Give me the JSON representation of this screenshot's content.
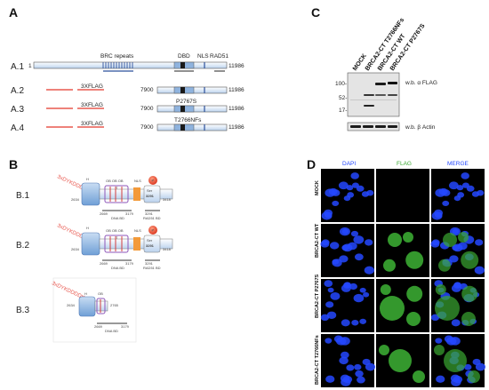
{
  "panels": {
    "A": {
      "label": "A",
      "rows": [
        {
          "label": "A.1",
          "start": "1",
          "end": "11986",
          "annotations": {
            "brc": "BRC repeats",
            "dbd": "DBD",
            "nls": "NLS",
            "rad51": "RAD51"
          }
        },
        {
          "label": "A.2",
          "tag": "3XFLAG",
          "start": "7900",
          "end": "11986"
        },
        {
          "label": "A.3",
          "tag": "3XFLAG",
          "start": "7900",
          "end": "11986",
          "mutation": "P2767S"
        },
        {
          "label": "A.4",
          "tag": "3XFLAG",
          "start": "7900",
          "end": "11986",
          "mutation": "T2766NFs"
        }
      ]
    },
    "B": {
      "label": "B",
      "tag": "3xDYKDDDDK",
      "rows": [
        {
          "label": "B.1",
          "start": "2634",
          "end": "3418",
          "h": "H",
          "ob": "OB OB OB",
          "t": "T",
          "nls": "NLS",
          "ser_a": "Ser",
          "ser_b": "3291",
          "p": "P",
          "pos1": "2669",
          "pos2": "3179",
          "pos3": "3291",
          "dna_bd": "DNA BD",
          "rad51_bd": "RAD51  BD"
        },
        {
          "label": "B.2",
          "start": "2634",
          "end": "3418",
          "h": "H",
          "ob": "OB OB OB",
          "t": "T",
          "nls": "NLS",
          "ser_a": "Ser",
          "ser_b": "3291",
          "p": "P",
          "pos1": "2669",
          "pos2": "3179",
          "pos3": "3291",
          "dna_bd": "DNA BD",
          "rad51_bd": "RAD51  BD"
        },
        {
          "label": "B.3",
          "start": "2634",
          "end": "2765",
          "h": "H",
          "ob": "OB",
          "pos1": "2669",
          "pos2": "3179",
          "dna_bd": "DNA BD"
        }
      ]
    },
    "C": {
      "label": "C",
      "lanes": [
        "MOCK",
        "BRCA2-CT T2766NFs",
        "BRCA2-CT WT",
        "BRCA2-CT P2767S"
      ],
      "markers": [
        "100-",
        "52-",
        "17-"
      ],
      "blots": [
        "w.b. α FLAG",
        "w.b. β Actin"
      ]
    },
    "D": {
      "label": "D",
      "columns": [
        "DAPI",
        "FLAG",
        "MERGE"
      ],
      "rows": [
        "MOCK",
        "BRCA2-CT WT",
        "BRCA2-CT P2767S",
        "BRCA2-CT T2766NFs"
      ],
      "colors": {
        "dapi": "#2448ff",
        "flag": "#3aa832",
        "background": "#000000"
      }
    }
  },
  "colors": {
    "domain_blue": "#a9c6e8",
    "flag_red": "#e8584f",
    "nls_orange": "#f39a3a"
  }
}
